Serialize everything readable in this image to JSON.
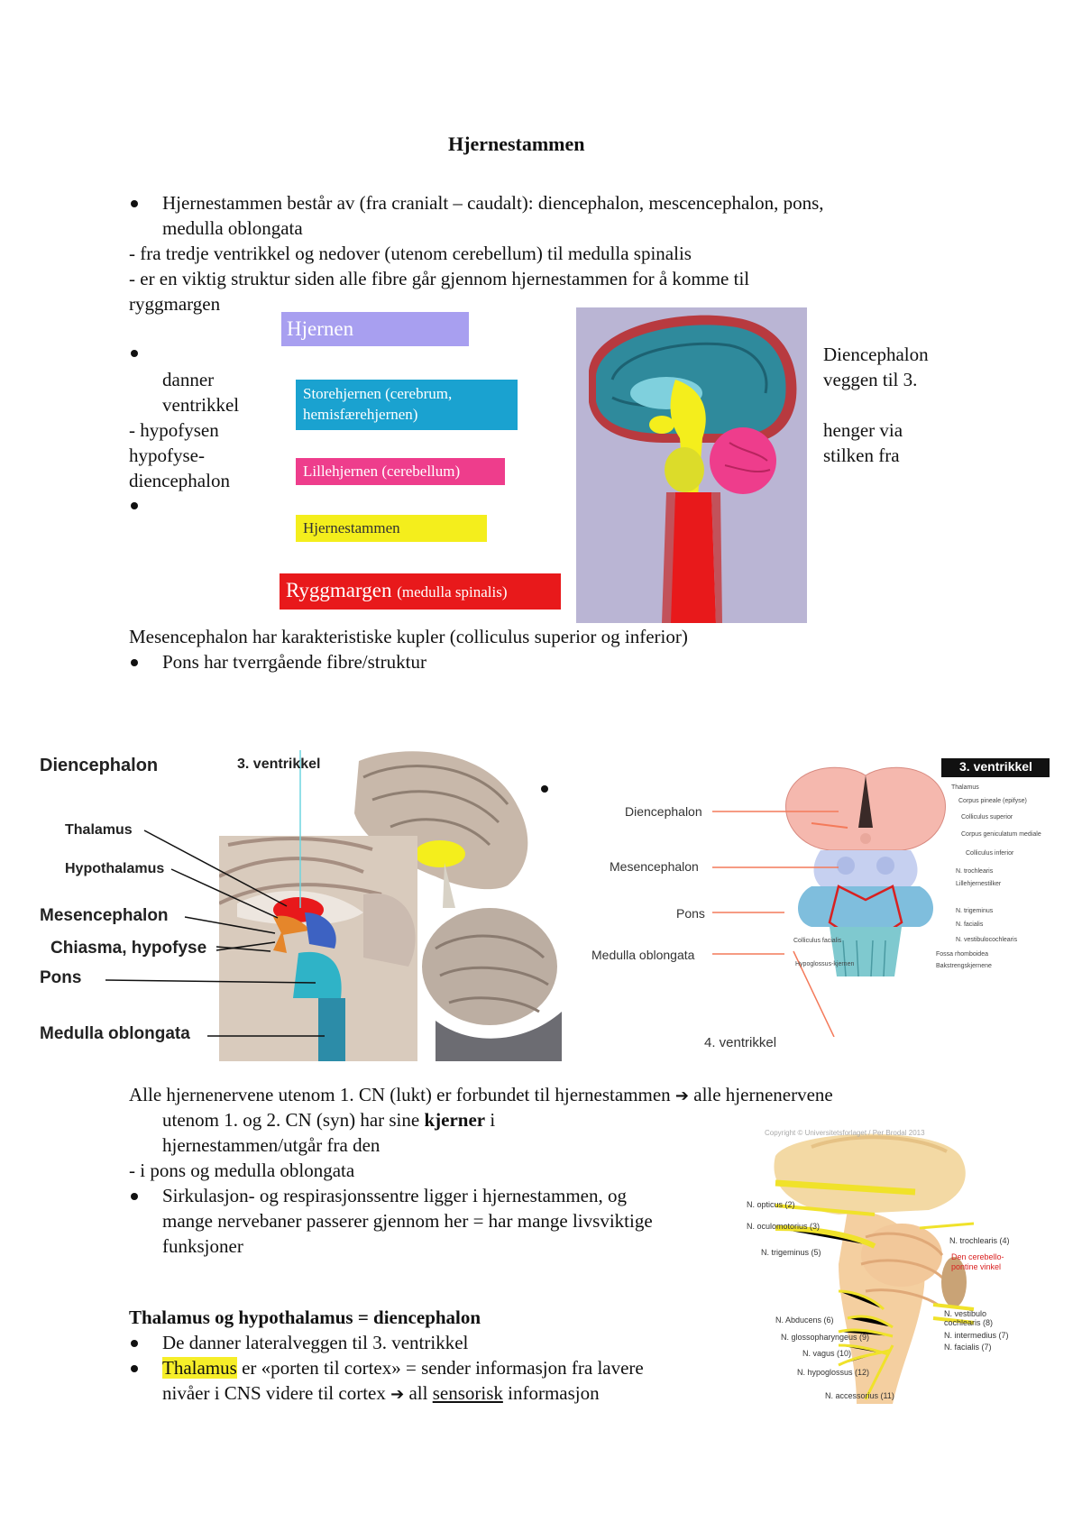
{
  "title": "Hjernestammen",
  "intro": {
    "b1_line1": "Hjernestammen består av (fra cranialt – caudalt): diencephalon, mescencephalon, pons,",
    "b1_line2": "medulla oblongata",
    "d1": "- fra tredje ventrikkel og nedover (utenom cerebellum) til medulla spinalis",
    "d2_line1": "- er en viktig struktur siden alle fibre går gjennom hjernestammen for å komme til",
    "d2_line2": "ryggmargen"
  },
  "left_col": {
    "l1": "danner",
    "l2": "ventrikkel",
    "l3": "- hypofysen",
    "l4": "hypofyse-",
    "l5": "diencephalon"
  },
  "right_col": {
    "r1": "Diencephalon",
    "r2": "veggen til 3.",
    "r3": "henger via",
    "r4": "stilken fra"
  },
  "legend": {
    "hjernen": "Hjernen",
    "storehjernen_1": "Storehjernen (cerebrum,",
    "storehjernen_2": "hemisfærehjernen)",
    "lillehjernen": "Lillehjernen (cerebellum)",
    "hjernestammen": "Hjernestammen",
    "ryggmargen": "Ryggmargen",
    "ryggmargen_sub": "(medulla spinalis)",
    "colors": {
      "hjernen": "#a89ff0",
      "storehjernen": "#1aa2d0",
      "lillehjernen": "#ee3d8c",
      "hjernestammen": "#f4ee1c",
      "ryggmargen": "#e8191b"
    }
  },
  "mid": {
    "mesencephalon_line": "Mesencephalon har karakteristiske kupler (colliculus superior og inferior)",
    "pons_line": "Pons har tverrgående fibre/struktur"
  },
  "fig2": {
    "diencephalon": "Diencephalon",
    "ventrikkel3": "3. ventrikkel",
    "thalamus": "Thalamus",
    "hypothalamus": "Hypothalamus",
    "mesencephalon": "Mesencephalon",
    "chiasma": "Chiasma, hypofyse",
    "pons": "Pons",
    "medulla": "Medulla oblongata"
  },
  "fig3": {
    "ventrikkel3": "3. ventrikkel",
    "diencephalon": "Diencephalon",
    "mesencephalon": "Mesencephalon",
    "pons": "Pons",
    "medulla": "Medulla oblongata",
    "ventrikkel4": "4. ventrikkel",
    "small": [
      "Thalamus",
      "Corpus pineale (epifyse)",
      "Colliculus superior",
      "Corpus geniculatum mediale",
      "Colliculus inferior",
      "N. trochlearis",
      "Lillehjernestilker",
      "N. trigeminus",
      "N. facialis",
      "N. vestibulocochlearis",
      "Fossa rhomboidea",
      "Bakstrengskjernene"
    ],
    "small_left": [
      "Colliculus facialis",
      "Hypoglossus-kjernen"
    ]
  },
  "lower": {
    "a1": "Alle hjernenervene utenom 1. CN (lukt) er forbundet til hjernestammen",
    "a1_arrow": "➔",
    "a1_end": " alle hjernenervene",
    "a2_pre": "utenom 1. og 2. CN (syn) har sine ",
    "a2_bold": "kjerner",
    "a2_post": " i",
    "a3": "hjernestammen/utgår fra den",
    "a4": "- i pons og medulla oblongata",
    "s1": "Sirkulasjon- og respirasjonssentre ligger i hjernestammen, og",
    "s2": "mange nervebaner passerer gjennom her = har mange livsviktige",
    "s3": "funksjoner",
    "heading": "Thalamus og hypothalamus = diencephalon",
    "h1": "De danner lateralveggen til 3. ventrikkel",
    "h2_hl": "Thalamus",
    "h2_rest": " er «porten til cortex» = sender informasjon fra lavere",
    "h3_pre": "nivåer i CNS videre til cortex ",
    "h3_arrow": "➔",
    "h3_mid": " all ",
    "h3_ul": "sensorisk",
    "h3_post": " informasjon"
  },
  "fig4": {
    "copyright": "Copyright © Universitetsforlaget / Per Brodal 2013",
    "nerves_left": [
      "N. opticus (2)",
      "N. oculomotorius (3)",
      "N. trigeminus (5)",
      "N. Abducens (6)",
      "N. glossopharyngeus (9)",
      "N. vagus (10)",
      "N. hypoglossus (12)",
      "N. accessorius (11)"
    ],
    "nerves_right": [
      "N. trochlearis (4)",
      "N. vestibulo cochlearis (8)",
      "N. intermedius (7)",
      "N. facialis (7)"
    ],
    "red_note_1": "Den cerebello-",
    "red_note_2": "pontine vinkel"
  }
}
